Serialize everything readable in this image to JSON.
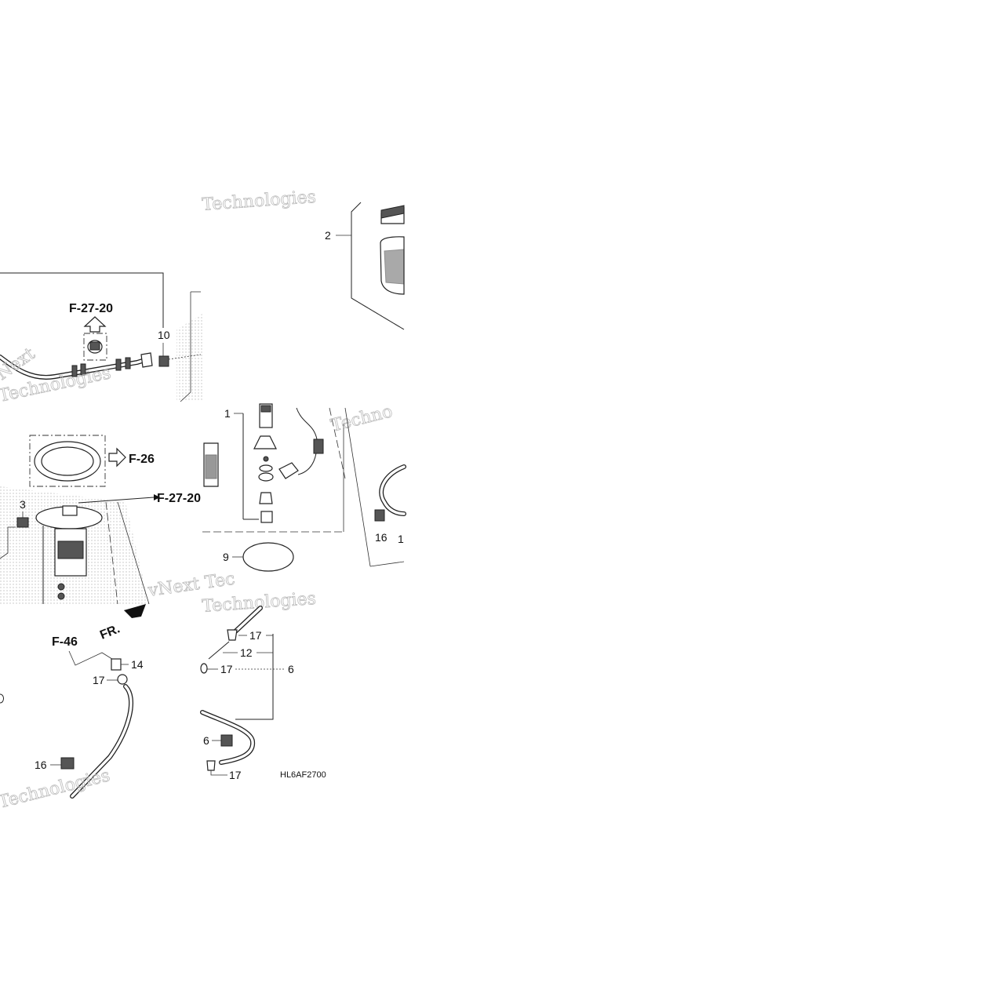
{
  "diagram_code": "HL6AF2700",
  "refs": {
    "f27_20_top": "F-27-20",
    "f27_20_mid": "F-27-20",
    "f26": "F-26",
    "f46": "F-46",
    "front": "FR."
  },
  "callouts": {
    "c2": "2",
    "c10": "10",
    "c1": "1",
    "c3": "3",
    "c9": "9",
    "c16a": "16",
    "c1_right": "1",
    "c14": "14",
    "c17a": "17",
    "c17b": "17",
    "c12": "12",
    "c17c": "17",
    "c6": "6",
    "c6b": "6",
    "c17d": "17",
    "c16b": "16"
  },
  "watermarks": {
    "w1": "Technologies",
    "w2": "Technologies",
    "w3": "Techno",
    "w4": "vNext Tec",
    "w5": "Technologies",
    "w6": "Technologies",
    "w7": "Next"
  }
}
